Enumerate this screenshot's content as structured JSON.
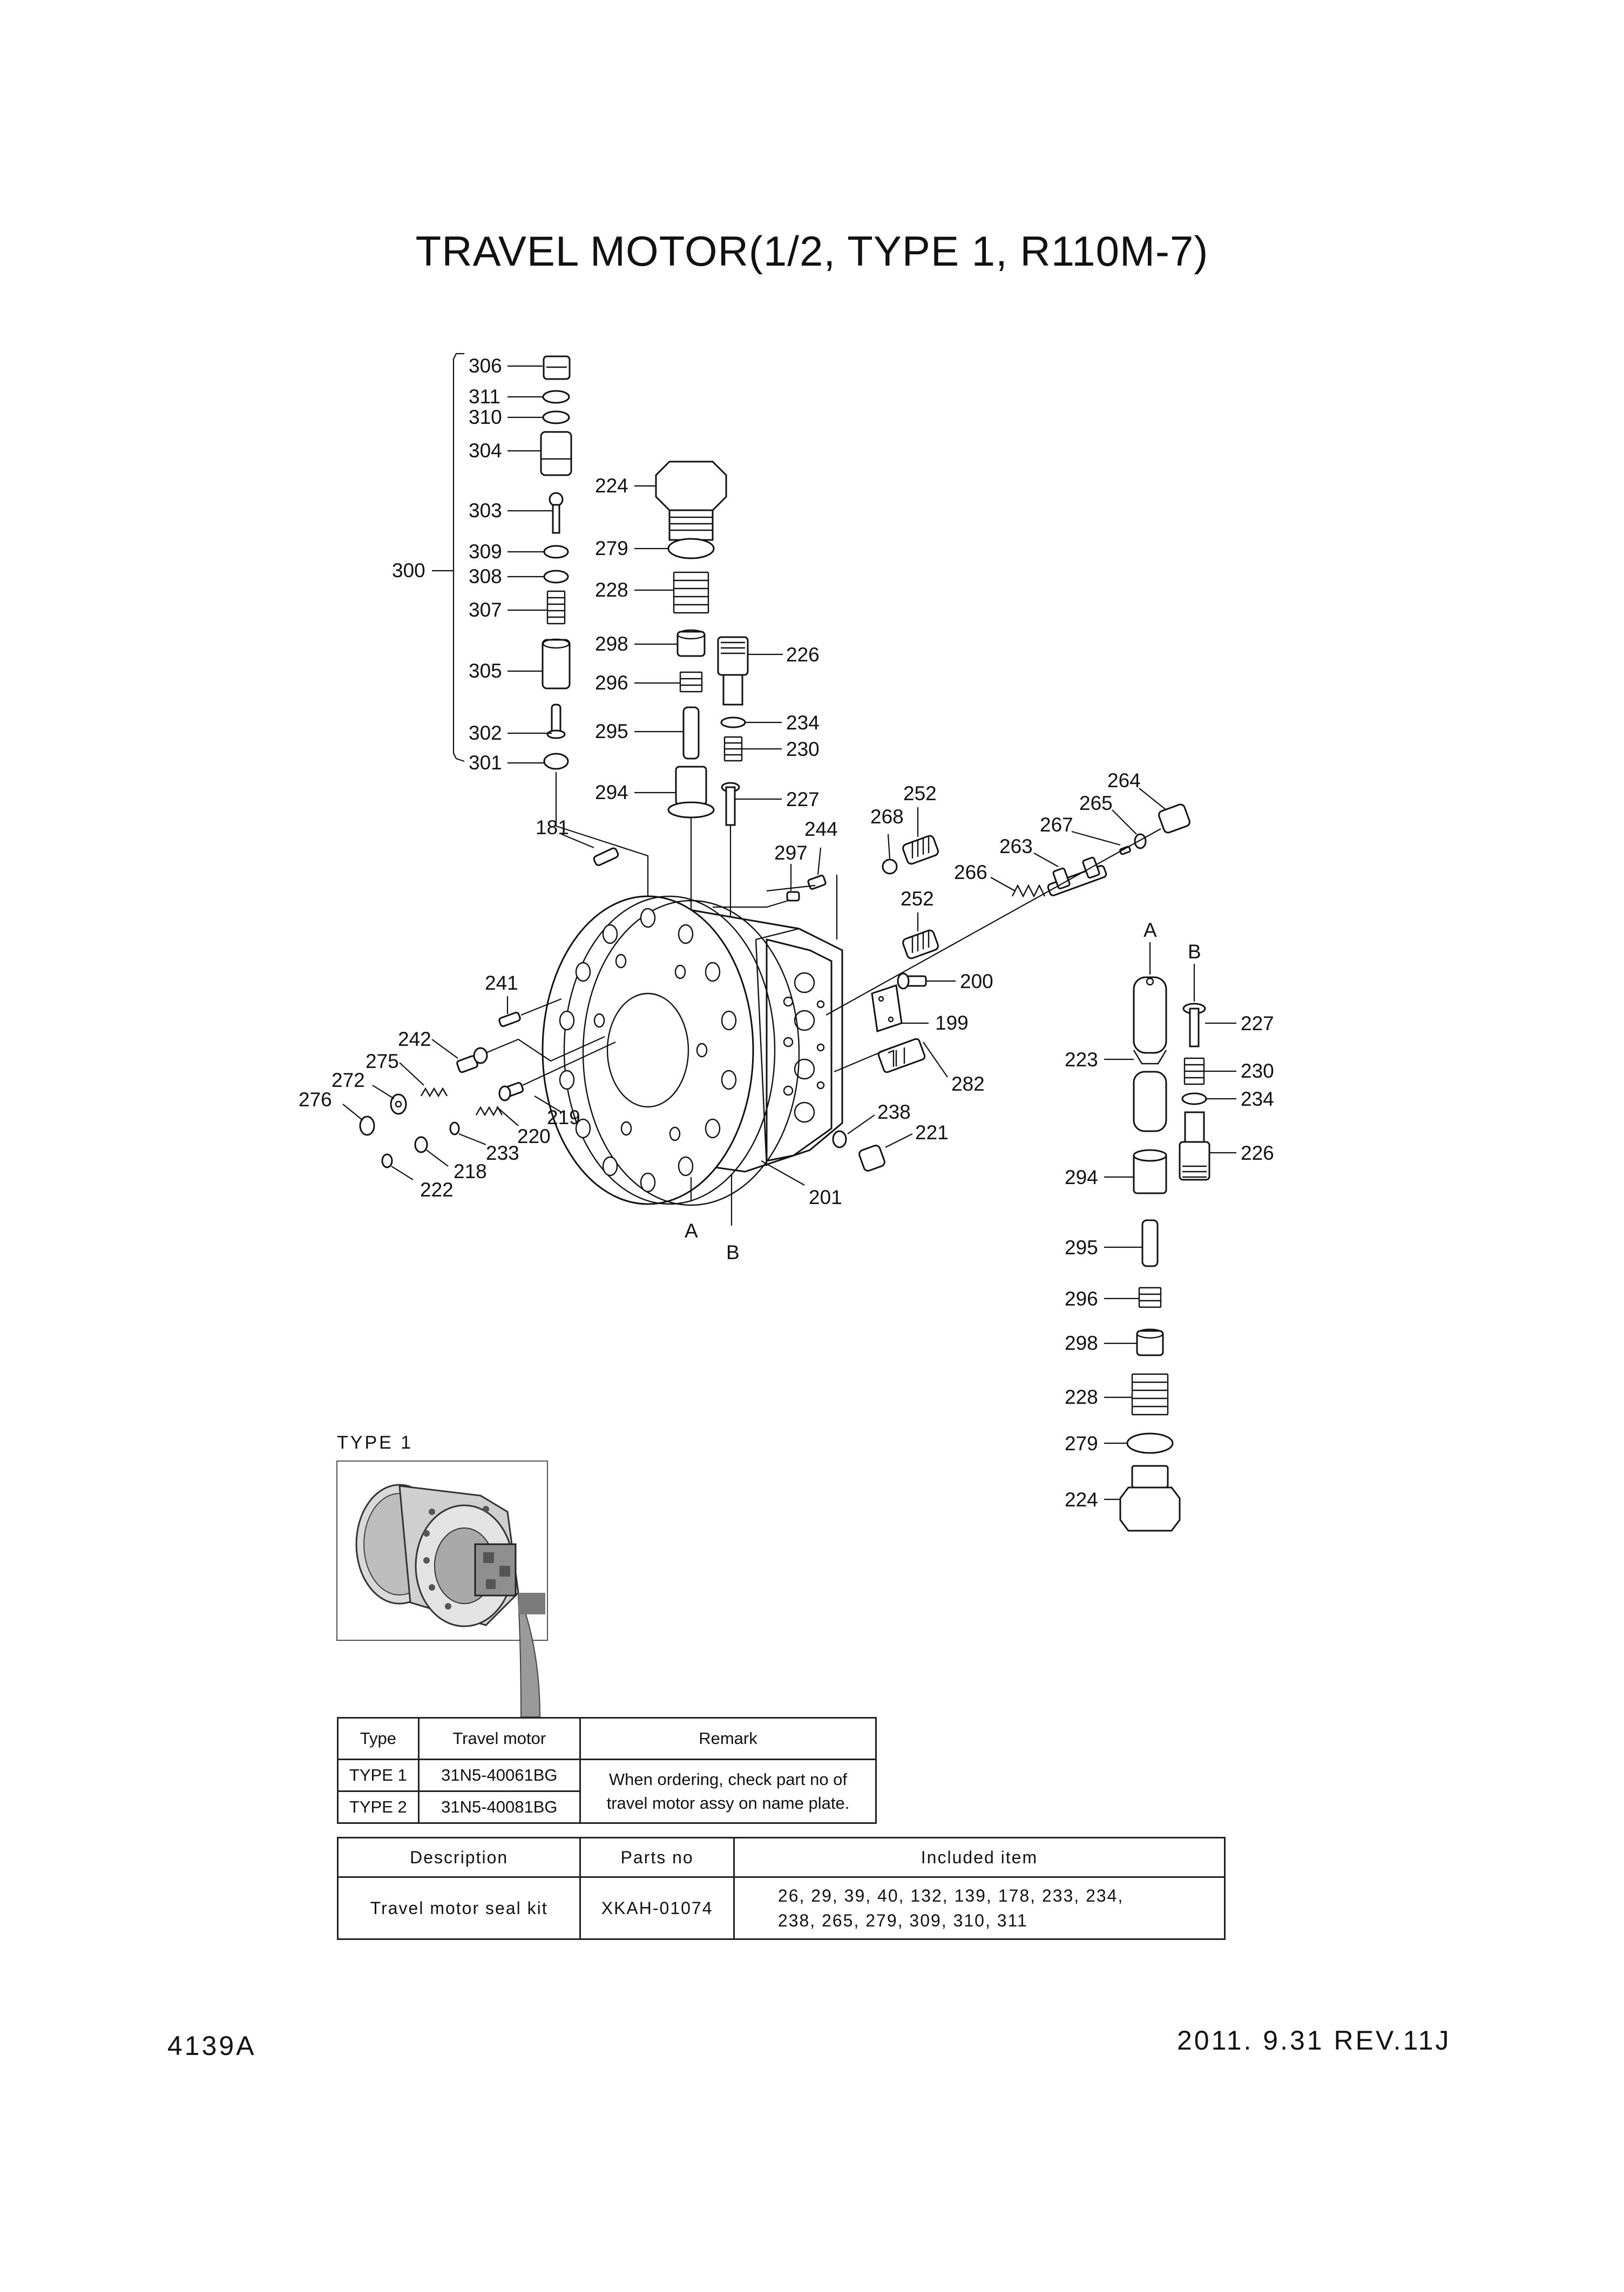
{
  "title": "TRAVEL MOTOR(1/2, TYPE 1, R110M-7)",
  "page_code": "4139A",
  "revision": "2011. 9.31  REV.11J",
  "diagram": {
    "section_letters": [
      "A",
      "B"
    ],
    "callouts": [
      "306",
      "311",
      "310",
      "304",
      "303",
      "309",
      "308",
      "307",
      "305",
      "302",
      "301",
      "300",
      "224",
      "279",
      "228",
      "298",
      "296",
      "295",
      "294",
      "226",
      "234",
      "230",
      "227",
      "181",
      "297",
      "244",
      "268",
      "252",
      "252",
      "266",
      "263",
      "267",
      "265",
      "264",
      "241",
      "242",
      "275",
      "272",
      "276",
      "220",
      "233",
      "218",
      "222",
      "219",
      "200",
      "199",
      "282",
      "238",
      "221",
      "201",
      "223",
      "227",
      "230",
      "234",
      "226",
      "294",
      "295",
      "296",
      "298",
      "228",
      "279",
      "224"
    ]
  },
  "type_image": {
    "caption": "TYPE 1"
  },
  "type_table": {
    "headers": [
      "Type",
      "Travel motor",
      "Remark"
    ],
    "rows": [
      {
        "type": "TYPE 1",
        "motor": "31N5-40061BG"
      },
      {
        "type": "TYPE 2",
        "motor": "31N5-40081BG"
      }
    ],
    "remark_line1": "When ordering, check part no of",
    "remark_line2": "travel motor assy on name plate."
  },
  "kit_table": {
    "headers": [
      "Description",
      "Parts no",
      "Included item"
    ],
    "row": {
      "description": "Travel motor seal kit",
      "parts_no": "XKAH-01074",
      "included_line1": "26, 29, 39, 40, 132, 139, 178, 233, 234,",
      "included_line2": "238, 265, 279, 309, 310, 311"
    }
  }
}
